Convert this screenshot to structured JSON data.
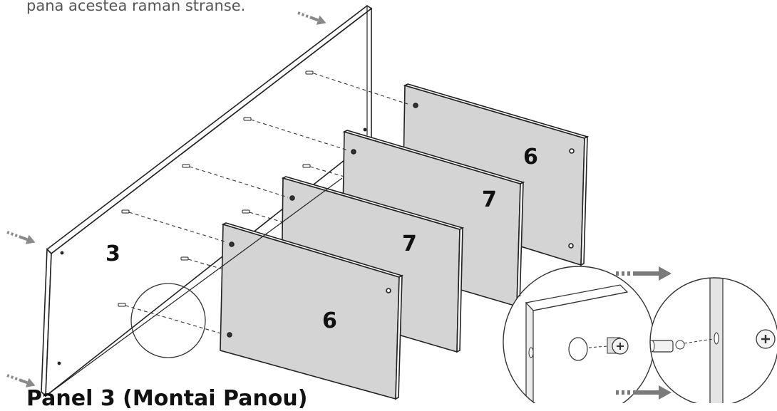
{
  "caption": "pana acestea raman stranse.",
  "footer_text": "Panel 3 (Montai Panou)",
  "labels": {
    "panel_left": "3",
    "panel_front": "6",
    "panel_mid_front": "7",
    "panel_mid_back": "7",
    "panel_back": "6"
  },
  "colors": {
    "panel_fill": "#d4d4d4",
    "line": "#222222",
    "arrow": "#8a8a8a",
    "detail_arrow": "#7a7a7a"
  },
  "icons": [
    "dowel-icon",
    "cam-lock-icon",
    "screw-head-icon",
    "push-arrow-icon"
  ]
}
